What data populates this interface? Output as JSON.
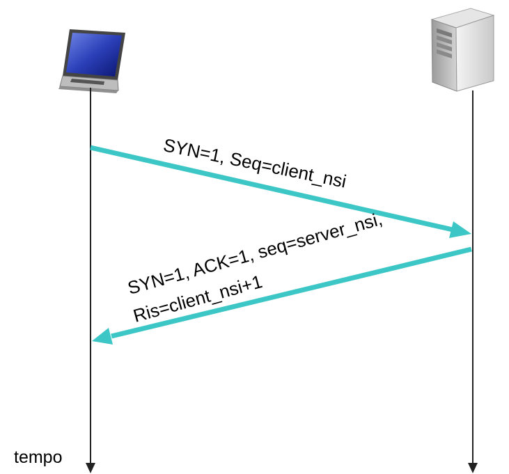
{
  "messages": {
    "syn": "SYN=1, Seq=client_nsi",
    "synack_line1": "SYN=1, ACK=1, seq=server_nsi,",
    "synack_line2": "Ris=client_nsi+1"
  },
  "time_label": "tempo",
  "colors": {
    "arrow": "#3cc6c6",
    "timeline": "#222222"
  },
  "icons": {
    "client": "laptop-icon",
    "server": "server-tower-icon"
  }
}
